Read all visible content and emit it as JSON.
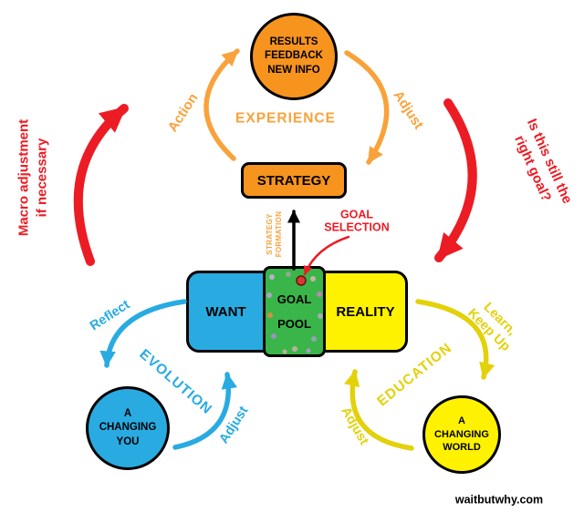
{
  "diagram": {
    "experience_loop": {
      "results_node": {
        "line1": "RESULTS",
        "line2": "FEEDBACK",
        "line3": "NEW INFO"
      },
      "strategy_node": "STRATEGY",
      "action_label": "Action",
      "experience_label": "EXPERIENCE",
      "adjust_label": "Adjust"
    },
    "goal_formation": {
      "strategy_formation": {
        "line1": "STRATEGY",
        "line2": "FORMATION"
      },
      "goal_selection": {
        "line1": "GOAL",
        "line2": "SELECTION"
      }
    },
    "center": {
      "want_label": "WANT",
      "goal_pool": {
        "line1": "GOAL",
        "line2": "POOL"
      },
      "reality_label": "REALITY"
    },
    "macro_loop": {
      "left_label": {
        "line1": "Macro adjustment",
        "line2": "if necessary"
      },
      "right_label": {
        "line1": "Is this still the",
        "line2": "right goal?"
      }
    },
    "evolution_loop": {
      "reflect_label": "Reflect",
      "evolution_label": "EVOLUTION",
      "adjust_label": "Adjust",
      "you_node": {
        "line1": "A",
        "line2": "CHANGING",
        "line3": "YOU"
      }
    },
    "education_loop": {
      "learn_label": {
        "line1": "Learn,",
        "line2": "Keep Up"
      },
      "education_label": "EDUCATION",
      "adjust_label": "Adjust",
      "world_node": {
        "line1": "A",
        "line2": "CHANGING",
        "line3": "WORLD"
      }
    },
    "watermark": "waitbutwhy.com"
  },
  "colors": {
    "orange_fill": "#F7941E",
    "orange_label": "#F9A23B",
    "red": "#EC1C24",
    "blue": "#29ABE2",
    "yellow_fill": "#FFF200",
    "yellow_label": "#E3D10A",
    "green": "#3AB54A",
    "black": "#000000",
    "white": "#FFFFFF"
  }
}
